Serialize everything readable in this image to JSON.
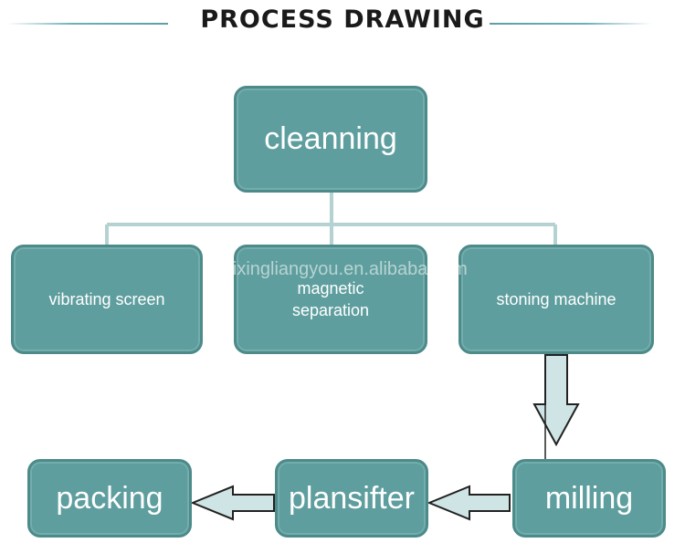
{
  "header": {
    "title": "PROCESS DRAWING"
  },
  "diagram": {
    "nodes": {
      "cleaning": "cleanning",
      "vibrating_screen": "vibrating screen",
      "magnetic_separation": "magnetic\nseparation",
      "stoning_machine": "stoning machine",
      "milling": "milling",
      "plansifter": "plansifter",
      "packing": "packing"
    },
    "colors": {
      "box_fill": "#5f9e9e",
      "connector": "#b4d2d2",
      "arrow_fill": "#cfe4e4"
    }
  },
  "watermark": "taixingliangyou.en.alibaba.com"
}
